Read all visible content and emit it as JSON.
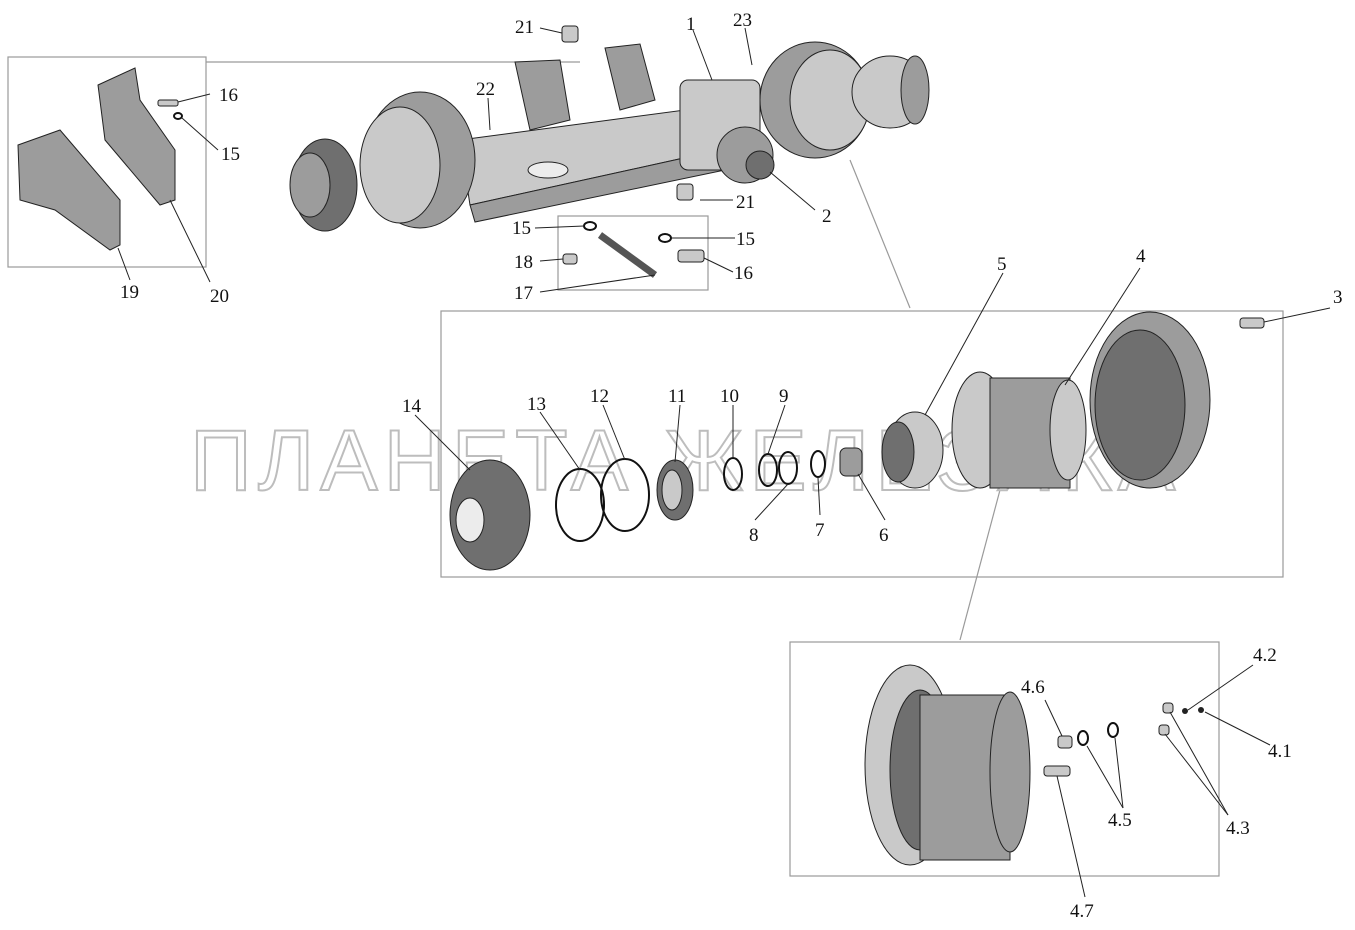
{
  "watermark": "ПЛАНЕТА ЖЕЛЕЗЯКА",
  "callouts": {
    "c1": "1",
    "c2": "2",
    "c3": "3",
    "c4": "4",
    "c5": "5",
    "c6": "6",
    "c7": "7",
    "c8": "8",
    "c9": "9",
    "c10": "10",
    "c11": "11",
    "c12": "12",
    "c13": "13",
    "c14": "14",
    "c15a": "15",
    "c15b": "15",
    "c15c": "15",
    "c16a": "16",
    "c16b": "16",
    "c17": "17",
    "c18": "18",
    "c19": "19",
    "c20": "20",
    "c21a": "21",
    "c21b": "21",
    "c22": "22",
    "c23": "23",
    "c41": "4.1",
    "c42": "4.2",
    "c43": "4.3",
    "c45": "4.5",
    "c46": "4.6",
    "c47": "4.7"
  }
}
